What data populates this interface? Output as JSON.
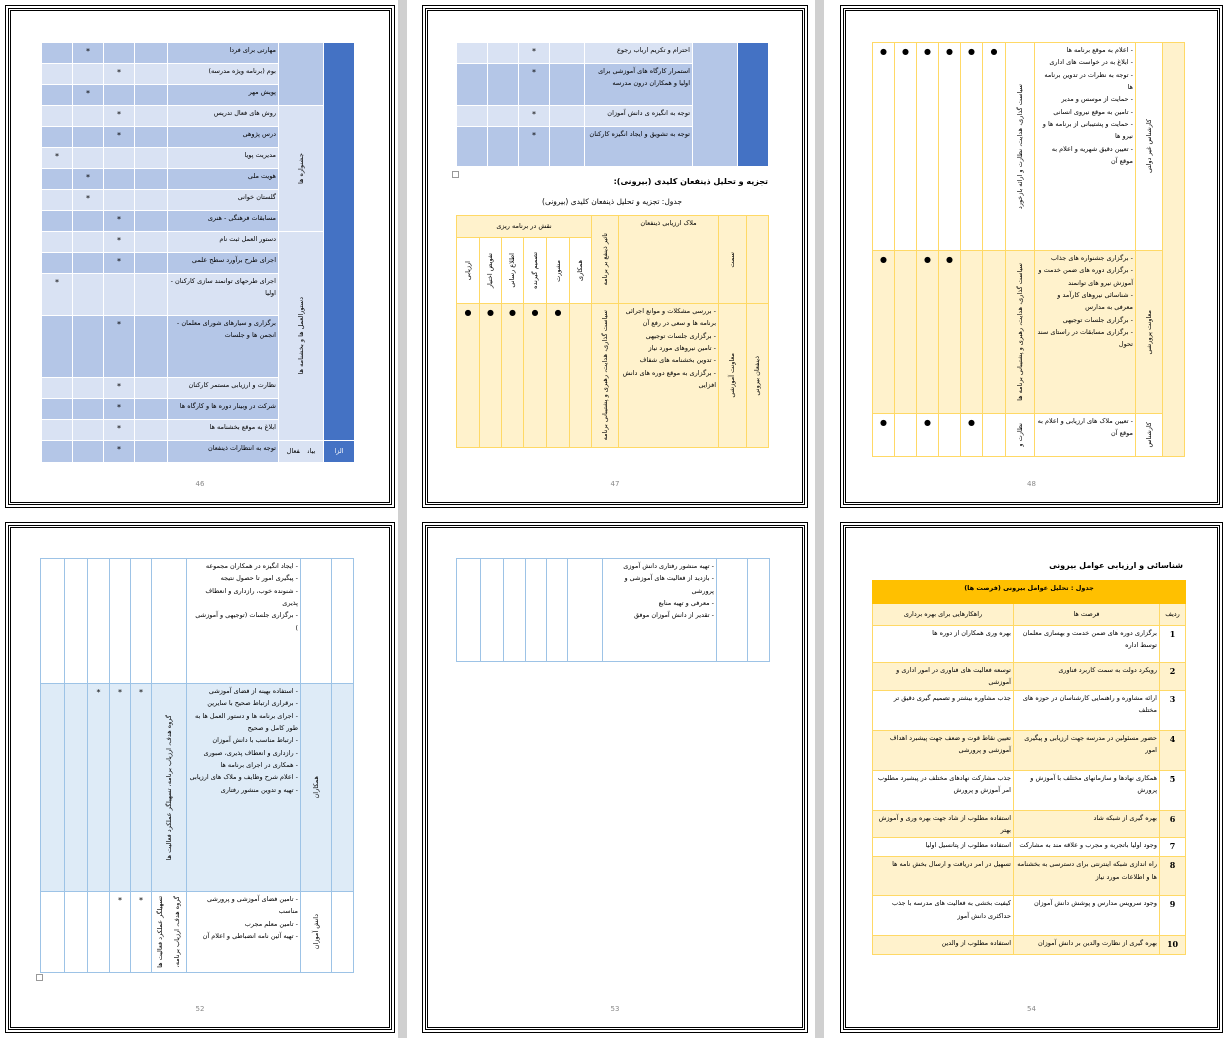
{
  "page_numbers": [
    "46",
    "47",
    "48",
    "52",
    "53",
    "54"
  ],
  "star": "*",
  "dot": "●",
  "p46": {
    "rows": [
      {
        "text": "مهارتی برای فردا",
        "star": 1
      },
      {
        "text": "بوم (برنامه ویژه مدرسه)",
        "star": 2
      },
      {
        "text": "پویش مهر",
        "star": 1
      },
      {
        "text": "روش های فعال تدریس",
        "star": 2
      },
      {
        "text": "درس پژوهی",
        "star": 2
      },
      {
        "text": "مدیریت پویا",
        "star": 0
      },
      {
        "text": "هویت ملی",
        "star": 1
      },
      {
        "text": "گلستان خوانی",
        "star": 1
      },
      {
        "text": "مسابقات فرهنگی - هنری",
        "star": 2
      },
      {
        "text": "دستور العمل ثبت نام",
        "star": 2
      },
      {
        "text": "اجرای طرح برآورد سطح علمی",
        "star": 2
      },
      {
        "text": "اجرای طرحهای توانمند سازی کارکنان - اولیا",
        "star": 0
      },
      {
        "text": "برگزاری و سیارهای شورای معلمان - انجمن ها و جلسات",
        "star": 2
      },
      {
        "text": "نظارت و ارزیابی مستمر کارکنان",
        "star": 2
      },
      {
        "text": "شرکت در وبینار دوره ها و کارگاه ها",
        "star": 2
      },
      {
        "text": "ابلاغ به موقع بخشنامه ها",
        "star": 2
      },
      {
        "text": "توجه به انتظارات ذینفعان",
        "star": 2
      }
    ],
    "groups": [
      "",
      "جشنواره ها",
      "دستورالعمل ها و بخشنامه ها"
    ],
    "last_group": [
      "بیان",
      "فعال"
    ],
    "side_label": "الزا"
  },
  "p47": {
    "top_rows": [
      {
        "text": "احترام و تکریم ارباب رجوع",
        "star": 2
      },
      {
        "text": "استمرار کارگاه های آموزشی برای اولیا و همکاران درون مدرسه",
        "star": 2
      },
      {
        "text": "توجه به انگیزه ی دانش آموزان",
        "star": 2
      },
      {
        "text": "توجه به تشویق و ایجاد انگیزه کارکنان",
        "star": 2
      }
    ],
    "heading": "تجزیه و تحلیل ذینفعان کلیدی (بیرونی):",
    "caption": "جدول: تجزیه و تحلیل ذینفعان کلیدی (بیرونی)",
    "table": {
      "role_header": "نقش در برنامه ریزی",
      "roles": [
        "ارزیابی",
        "تفویض اختیار",
        "اطلاع رسانی",
        "تصمیم گیرنده",
        "مشورت",
        "همکاری"
      ],
      "impact_header": "تاثیر ذینفع بر برنامه",
      "criteria_header": "ملاک ارزیابی ذینفعان",
      "position_header": "سمت",
      "stakeholder": "ذینفعان بیرونی",
      "row": {
        "stars": [
          0,
          1,
          2,
          3,
          4
        ],
        "impact": "سیاست گذاری، هدایت، رهبری و پشتیبانی برنامه",
        "criteria": [
          "- بررسی مشکلات و موانع اجرائی برنامه ها و سعی در رفع آن",
          "- برگزاری جلسات توجیهی",
          "- تامین نیروهای مورد نیاز",
          "- تدوین بخشنامه های شفاف",
          "- برگزاری به موقع دوره های دانش افزایی"
        ],
        "position": "معاونت آموزشی"
      }
    }
  },
  "p48": {
    "rows": [
      {
        "stars": [
          0,
          1,
          2,
          3,
          4,
          5
        ],
        "impact": "سیاست گذاری، هدایت، نظارت و ارائه بازخورد",
        "criteria": [
          "- اعلام به موقع برنامه ها",
          "- ابلاغ به در خواست های اداری",
          "- توجه به نظرات در تدوین برنامه ها",
          "- حمایت از موسس و مدیر",
          "- تامین به موقع نیروی انسانی",
          "- حمایت و پشتیبانی از برنامه ها و نیرو ها",
          "- تعیین دقیق شهریه و اعلام به موقع آن"
        ],
        "position": "کارشناس غیر دولتی"
      },
      {
        "stars": [
          0,
          2,
          3
        ],
        "impact": "سیاست گذاری، هدایت، رهبری و پشتیبانی برنامه ها",
        "criteria": [
          "- برگزاری جشنواره های جذاب",
          "- برگزاری دوره های ضمن خدمت و آموزش نیرو های توانمند",
          "- شناسائی نیروهای کارآمد و معرفی به مدارس",
          "- برگزاری جلسات توجیهی",
          "- برگزاری مسابقات در راستای سند تحول"
        ],
        "position": "معاونت پرورشی"
      },
      {
        "stars": [
          0,
          2,
          4
        ],
        "impact": "نظارت و",
        "criteria": [
          "- تعیین ملاک های ارزیابی و اعلام به موقع آن"
        ],
        "position": "کارشناس"
      }
    ]
  },
  "p52": {
    "rows": [
      {
        "stars": [],
        "impact": [],
        "criteria": [
          "- ایجاد انگیزه در همکاران مجموعه",
          "- پیگیری امور تا حصول نتیجه",
          "- شنونده خوب، رازداری و انعطاف پذیری",
          "- برگزاری جلسات (توجیهی و آموزشی",
          ")"
        ],
        "position": ""
      },
      {
        "stars": [
          2,
          3,
          4
        ],
        "impact": [
          "گروه هدف، ارزیاب برنامه، تسهیلگر عملکرد فعالیت ها"
        ],
        "criteria": [
          "- استفاده بهینه از فضای آموزشی",
          "- برقراری ارتباط صحیح با سایرین",
          "- اجرای برنامه ها و دستور العمل ها به طور کامل و صحیح",
          "- ارتباط مناسب با دانش آموزان",
          "- رازداری و انعطاف پذیری، صبوری",
          "- همکاری در اجرای برنامه ها",
          "- اعلام شرح وظایف و ملاک های ارزیابی",
          "- تهیه و تدوین منشور رفتاری"
        ],
        "position": "همکاران"
      },
      {
        "stars": [
          3,
          4
        ],
        "impact": [
          "گروه هدف، ارزیاب برنامه،",
          "تسهیلگر عملکرد فعالیت ها"
        ],
        "criteria": [
          "- تامین فضای آموزشی و پرورشی مناسب",
          "- تامین معلم مجرب",
          "- تهیه آئین نامه انضباطی و اعلام آن"
        ],
        "position": "دانش آموزان"
      }
    ]
  },
  "p53": {
    "criteria": [
      "- تهیه منشور رفتاری دانش آموزی",
      "- بازدید از فعالیت های آموزشی و پرورشی",
      "- معرفی و تهیه منابع",
      "- تقدیر از دانش آموزان موفق"
    ]
  },
  "p54": {
    "heading": "شناسائی و ارزیابی عوامل بیرونی",
    "title": "جدول : تحلیل عوامل بیرونی (فرصت ها)",
    "headers": [
      "ردیف",
      "فرصت ها",
      "راهکارهایی برای بهره برداری"
    ],
    "rows": [
      {
        "n": "1",
        "opp": "برگزاری دوره های ضمن خدمت و بهسازی معلمان توسط اداره",
        "sol": "بهره وری همکاران از دوره ها"
      },
      {
        "n": "2",
        "opp": "رویکرد دولت به سمت کاربرد فناوری",
        "sol": "توسعه فعالیت های فناوری در امور اداری و آموزشی"
      },
      {
        "n": "3",
        "opp": "ارائه مشاوره و راهنمایی کارشناسان در حوزه های مختلف",
        "sol": "جذب مشاوره بیشتر و تصمیم گیری دقیق تر"
      },
      {
        "n": "4",
        "opp": "حضور مسئولین در مدرسه جهت ارزیابی و پیگیری امور",
        "sol": "تعیین نقاط قوت و ضعف جهت پیشبرد اهداف آموزشی و پرورشی"
      },
      {
        "n": "5",
        "opp": "همکاری نهادها و سازمانهای مختلف با آموزش و پرورش",
        "sol": "جذب مشارکت نهادهای مختلف در پیشبرد مطلوب امر آموزش و پرورش"
      },
      {
        "n": "6",
        "opp": "بهره گیری از شبکه شاد",
        "sol": "استفاده مطلوب از شاد جهت بهره وری و آموزش بهتر"
      },
      {
        "n": "7",
        "opp": "وجود اولیا باتجربه و مجرب و علاقه مند به مشارکت",
        "sol": "استفاده مطلوب از پتانسیل اولیا"
      },
      {
        "n": "8",
        "opp": "راه اندازی شبکه اینترنتی برای دسترسی به بخشنامه ها و اطلاعات مورد نیاز",
        "sol": "تسهیل در امر دریافت و ارسال بخش نامه ها"
      },
      {
        "n": "9",
        "opp": "وجود سرویس مدارس و پوشش دانش آموزان",
        "sol": "کیفیت بخشی به فعالیت های مدرسه با جذب حداکثری دانش آموز"
      },
      {
        "n": "10",
        "opp": "بهره گیری از نظارت والدین بر دانش آموزان",
        "sol": "استفاده مطلوب از والدین"
      }
    ]
  }
}
